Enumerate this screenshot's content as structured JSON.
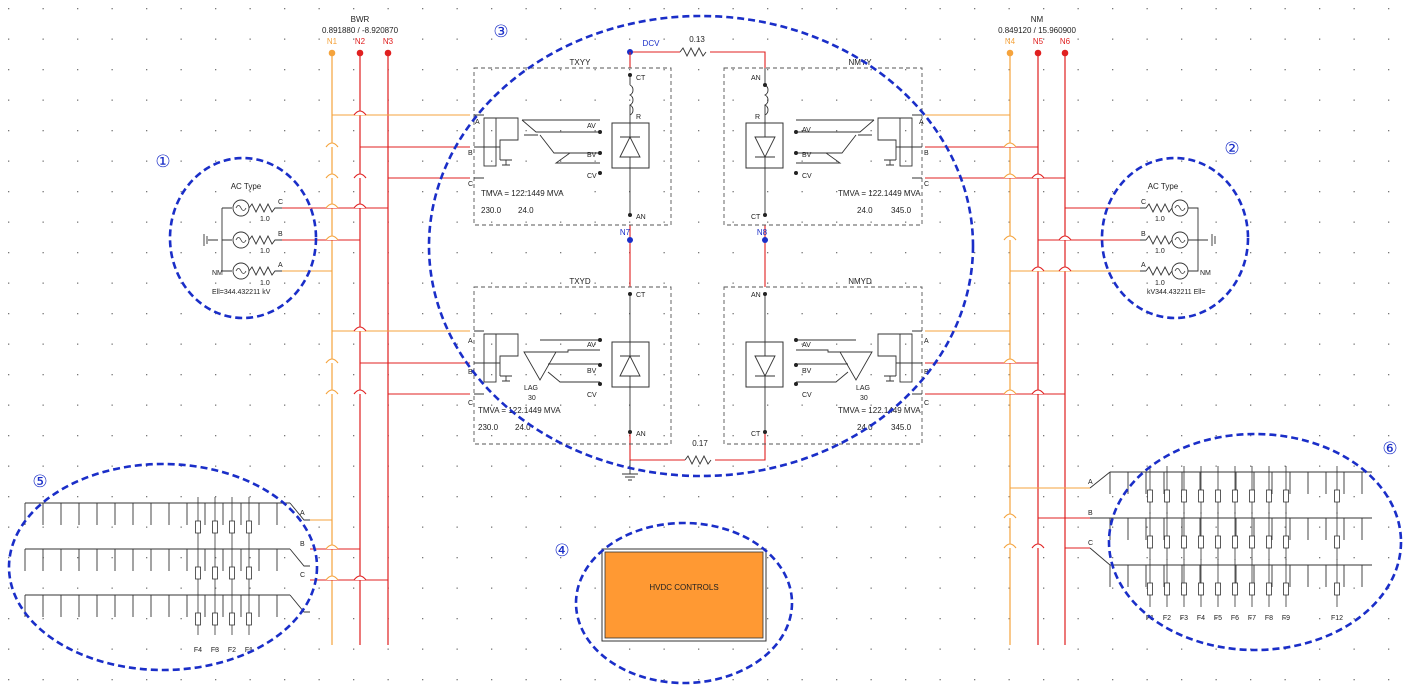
{
  "colors": {
    "bus_orange": "#f5a33c",
    "bus_red": "#e02020",
    "dc_blue": "#1a2ec8",
    "highlight_ring": "#1a2ec8",
    "hvdc_fill": "#ff9933"
  },
  "left_bus": {
    "name": "BWR",
    "voltage": "0.891880 / -8.920870",
    "nodes": [
      "N1",
      "N2",
      "N3"
    ]
  },
  "right_bus": {
    "name": "NM",
    "voltage": "0.849120 / 15.960900",
    "nodes": [
      "N4",
      "N5",
      "N6"
    ]
  },
  "dc_link": {
    "top_node": "DCV",
    "top_resistance": "0.13",
    "bottom_resistance": "0.17",
    "mid_left_node": "N7",
    "mid_right_node": "N8"
  },
  "converters": {
    "txyy": {
      "name": "TXYY",
      "mva": "TMVA = 122.1449 MVA",
      "v1": "230.0",
      "v2": "24.0",
      "terminal_top": "CT",
      "terminal_bottom": "AN",
      "terminal_r": "R"
    },
    "nmyy": {
      "name": "NMYY",
      "mva": "TMVA = 122.1449 MVA",
      "v1": "24.0",
      "v2": "345.0",
      "terminal_top": "AN",
      "terminal_bottom": "CT",
      "terminal_r": "R"
    },
    "txyd": {
      "name": "TXYD",
      "mva": "TMVA = 122.1449 MVA",
      "v1": "230.0",
      "v2": "24.0",
      "terminal_top": "CT",
      "terminal_bottom": "AN",
      "lag": "LAG",
      "lag_val": "30"
    },
    "nmyd": {
      "name": "NMYD",
      "mva": "TMVA = 122.1449 MVA",
      "v1": "24.0",
      "v2": "345.0",
      "terminal_top": "AN",
      "terminal_bottom": "CT",
      "lag": "LAG",
      "lag_val": "30"
    }
  },
  "phase_labels": {
    "a": "A",
    "b": "B",
    "c": "C"
  },
  "meas_labels": {
    "av": "AV",
    "bv": "BV",
    "cv": "CV"
  },
  "left_source": {
    "title": "AC Type",
    "r1": "1.0",
    "r2": "1.0",
    "r3": "1.0",
    "bus": "NM",
    "voltage": "Ell=344.432211 kV"
  },
  "right_source": {
    "title": "AC Type",
    "r1": "1.0",
    "r2": "1.0",
    "r3": "1.0",
    "bus": "NM",
    "voltage": "kV344.432211 Ell="
  },
  "hvdc": {
    "label": "HVDC CONTROLS"
  },
  "left_filters": {
    "labels": [
      "F4",
      "F3",
      "F2",
      "F1"
    ]
  },
  "right_filters": {
    "labels": [
      "F1",
      "F2",
      "F3",
      "F4",
      "F5",
      "F6",
      "F7",
      "F8",
      "F9",
      "F12"
    ]
  },
  "annotations": [
    "①",
    "②",
    "③",
    "④",
    "⑤",
    "⑥"
  ]
}
